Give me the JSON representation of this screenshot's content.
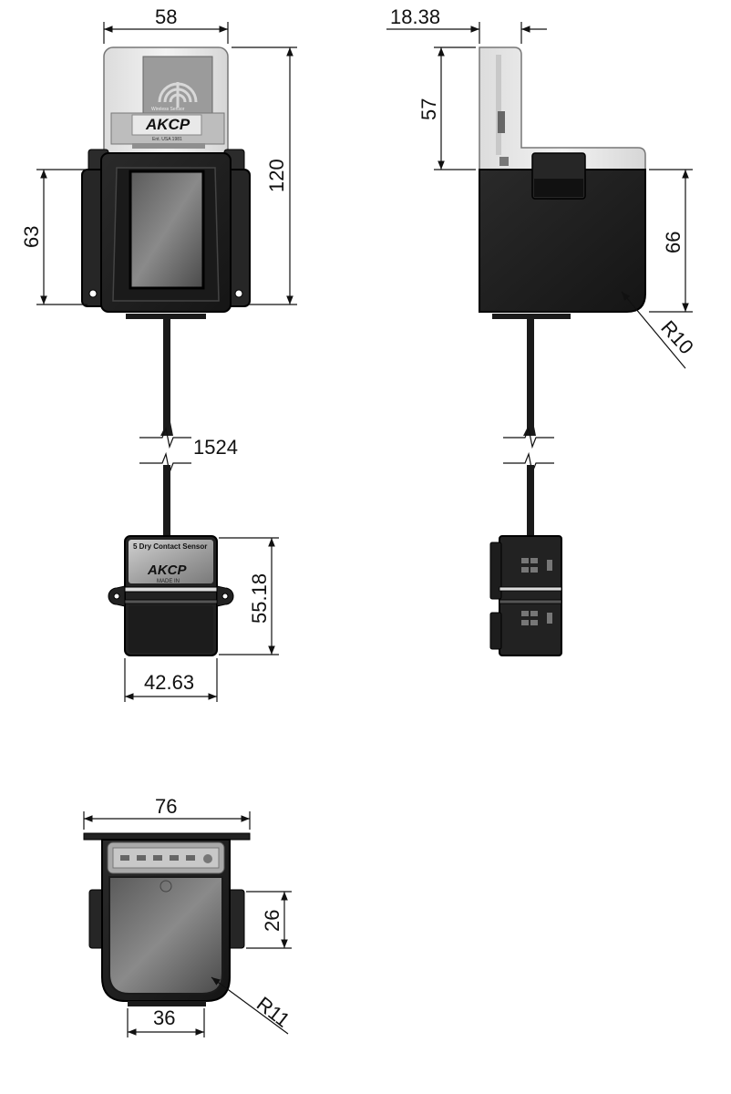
{
  "dimensions": {
    "front_width": "58",
    "front_total_height": "120",
    "front_body_height": "63",
    "cable_length": "1524",
    "sensor_height": "55.18",
    "sensor_width": "42.63",
    "side_top_width": "18.38",
    "side_top_height": "57",
    "side_body_height": "66",
    "side_radius": "R10",
    "bottom_width": "76",
    "bottom_height": "26",
    "bottom_inner_width": "36",
    "bottom_radius": "R11"
  },
  "labels": {
    "logo": "AKCP",
    "front_logo_sub": "Ent. USA 1981",
    "wireless_caption": "Wireless Sensor",
    "sensor_title": "5 Dry Contact Sensor",
    "sensor_logo": "AKCP",
    "sensor_sub": "MADE IN"
  },
  "colors": {
    "body_dark": "#1f1f1f",
    "body_mid": "#3a3a3a",
    "window": "#6a6a6a",
    "cover_light": "#e6e6e6",
    "line": "#111111"
  }
}
